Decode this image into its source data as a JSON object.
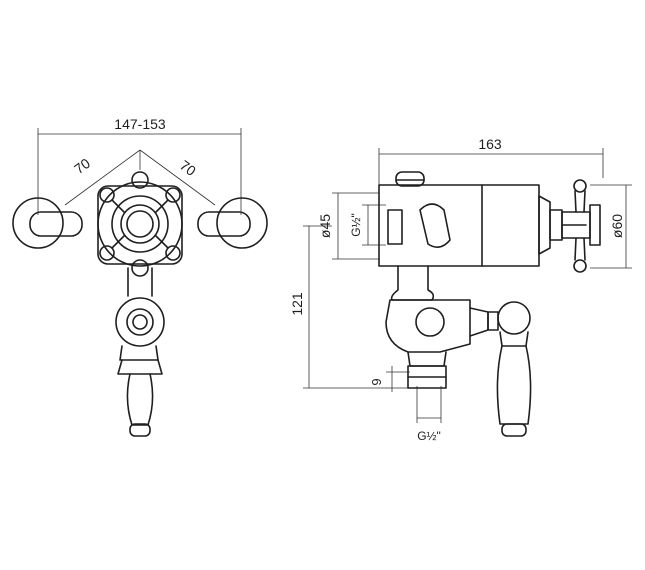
{
  "front_view": {
    "width_dimension": "147-153",
    "left_angle_dimension": "70",
    "right_angle_dimension": "70"
  },
  "side_view": {
    "depth_dimension": "163",
    "body_diameter": "ø45",
    "handle_diameter": "ø60",
    "inlet_thread": "G½\"",
    "height_dimension": "121",
    "outlet_nut_dimension": "9",
    "outlet_thread": "G½\""
  },
  "colors": {
    "line": "#1f1f1f",
    "background": "#ffffff"
  }
}
